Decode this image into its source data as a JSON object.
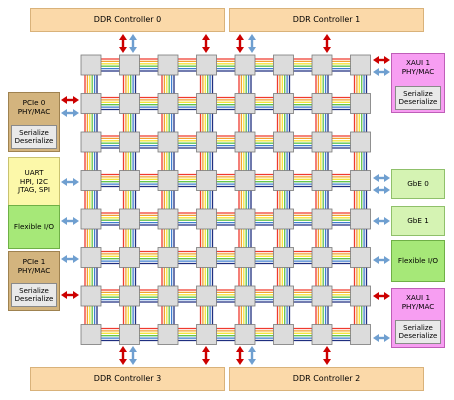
{
  "ddr": {
    "c0": "DDR Controller 0",
    "c1": "DDR Controller 1",
    "c2": "DDR Controller 2",
    "c3": "DDR Controller 3"
  },
  "left": {
    "pcie0": [
      "PCIe 0",
      "PHY/MAC"
    ],
    "pcie0_serdes": [
      "Serialize",
      "Deserialize"
    ],
    "uart": [
      "UART",
      "HPI, I2C",
      "JTAG, SPI"
    ],
    "flex": "Flexible I/O",
    "pcie1": [
      "PCIe 1",
      "PHY/MAC"
    ],
    "pcie1_serdes": [
      "Serialize",
      "Deserialize"
    ]
  },
  "right": {
    "xaui_top": [
      "XAUI 1",
      "PHY/MAC"
    ],
    "xaui_top_serdes": [
      "Serialize",
      "Deserialize"
    ],
    "gbe0": "GbE 0",
    "gbe1": "GbE 1",
    "flex": "Flexible I/O",
    "xaui_bot": [
      "XAUI 1",
      "PHY/MAC"
    ],
    "xaui_bot_serdes": [
      "Serialize",
      "Deserialize"
    ]
  },
  "colors": {
    "arrow_red": "#cc0000",
    "arrow_blue": "#6f9fd0",
    "tile_fill": "#dcdcdc",
    "mesh_lines": [
      "#ef3a2e",
      "#f3a12f",
      "#f4e43a",
      "#63c44c",
      "#3f7fd0",
      "#1f2f80"
    ]
  }
}
